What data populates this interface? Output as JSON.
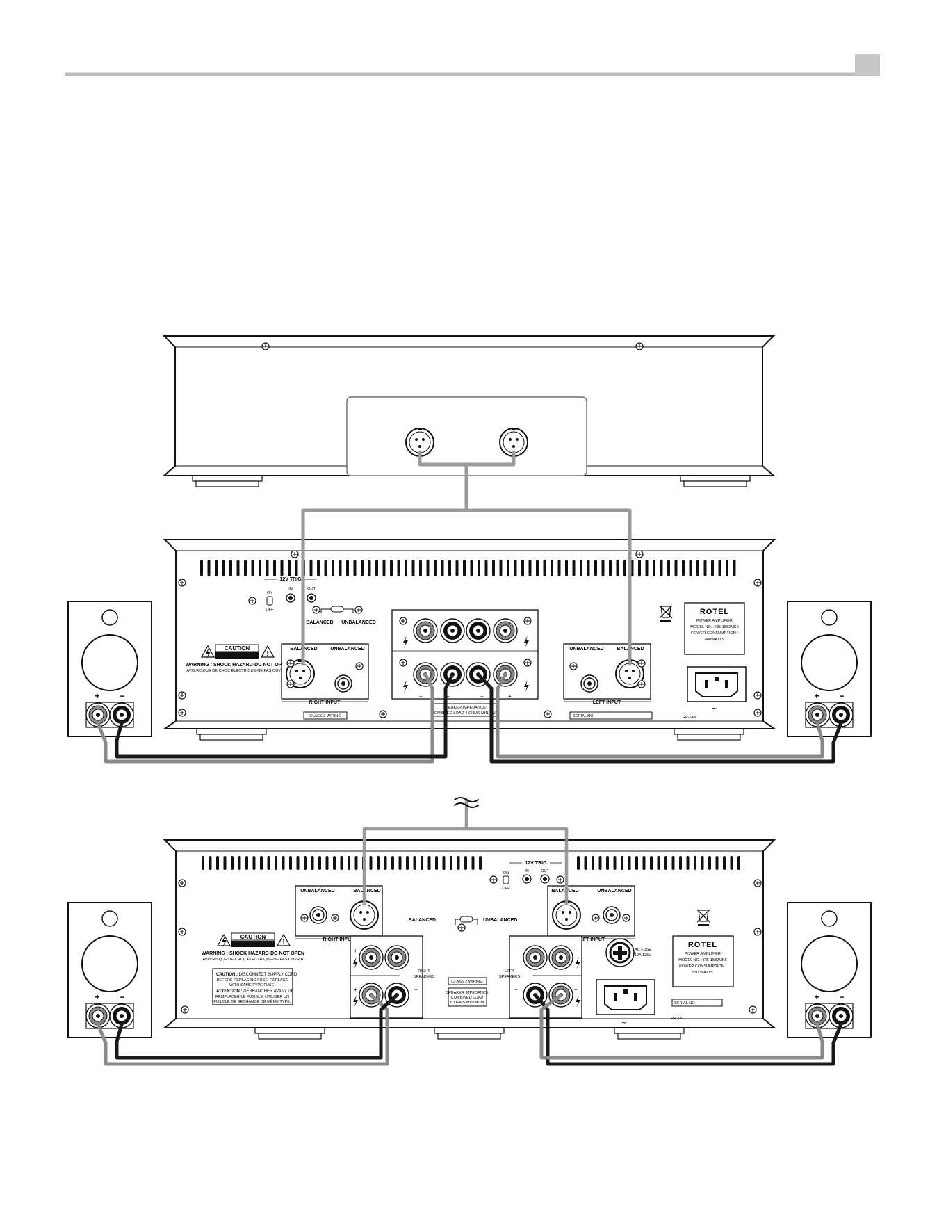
{
  "header": {
    "page_box": ""
  },
  "amp1": {
    "trigger": {
      "title": "12V TRIG",
      "in": "IN",
      "out": "OUT",
      "on": "ON",
      "off": "OFF"
    },
    "mode_balanced": "BALANCED",
    "mode_unbalanced": "UNBALANCED",
    "right_input": {
      "balanced": "BALANCED",
      "unbalanced": "UNBALANCED",
      "caption": "RIGHT INPUT"
    },
    "left_input": {
      "balanced": "BALANCED",
      "unbalanced": "UNBALANCED",
      "caption": "LEFT INPUT"
    },
    "caution": {
      "title": "CAUTION",
      "warning": "WARNING : SHOCK HAZARD-DO NOT OPEN",
      "avis": "AVIS:RISQUE DE CHOC ÉLECTRIQUE-NE PAS OUVRIR"
    },
    "class2": "CLASS 2 WIRING",
    "impedance_1": "SPEAKER IMPEDANCE:",
    "impedance_2": "COMBINED LOAD 4 OHMS MINIMUM",
    "serial": "SERIAL NO.",
    "code": "RP-543",
    "term_plus": "+",
    "term_minus": "−",
    "rotel": {
      "brand": "ROTEL",
      "line1": "POWER AMPLIFIER",
      "line2": "MODEL NO. : RB-1552MKII",
      "line3": "POWER CONSUMPTION :",
      "line4": "400WATTS"
    },
    "ac_symbol": "~"
  },
  "amp2": {
    "trigger": {
      "title": "12V TRIG",
      "in": "IN",
      "out": "OUT",
      "on": "ON",
      "off": "OFF"
    },
    "mode_balanced": "BALANCED",
    "mode_unbalanced": "UNBALANCED",
    "right_input": {
      "balanced": "BALANCED",
      "unbalanced": "UNBALANCED",
      "caption": "RIGHT INPUT"
    },
    "left_input": {
      "balanced": "BALANCED",
      "unbalanced": "UNBALANCED",
      "caption": "LEFT INPUT"
    },
    "caution": {
      "title": "CAUTION",
      "warning": "WARNING : SHOCK HAZARD-DO NOT OPEN",
      "avis": "AVIS:RISQUE DE CHOC ÉLECTRIQUE-NE PAS OUVRIR"
    },
    "fuse_notice": {
      "caution_lead": "CAUTION :",
      "caution_1": "DISCONNECT SUPPLY CORD",
      "caution_2": "BEFORE REPLACING FUSE. REPLACE",
      "caution_3": "WITH SAME TYPE FUSE.",
      "attention_lead": "ATTENTION :",
      "attention_1": "DÉBRANCHER AVANT DE",
      "attention_2": "REMPLACER LE FUSIBLE. UTILISER UN",
      "attention_3": "FUSIBLE DE RECHANGE DE MÊME TYPE."
    },
    "right_speakers_1": "RIGHT",
    "right_speakers_2": "SPEAKERS",
    "left_speakers_1": "LEFT",
    "left_speakers_2": "SPEAKERS",
    "class2": "CLASS 2 WIRING",
    "impedance_1": "SPEAKER IMPEDANCE",
    "impedance_2": "COMBINED LOAD",
    "impedance_3": "8 OHMS MINIMUM",
    "ac_fuse_1": "AC FUSE",
    "ac_fuse_2": "12A 125V",
    "serial": "SERIAL NO.",
    "code": "RP-541",
    "term_plus": "+",
    "term_minus": "−",
    "rotel": {
      "brand": "ROTEL",
      "line1": "POWER AMPLIFIER",
      "line2": "MODEL NO. : RB-1582MKII",
      "line3": "POWER CONSUMPTION :",
      "line4": "550 WATTS"
    },
    "ac_symbol": "~"
  },
  "speakers": {
    "plus": "+",
    "minus": "−"
  },
  "cable_colors": {
    "positive": "#8a8a8a",
    "negative": "#1a1a1a",
    "signal": "#9a9a9a"
  }
}
